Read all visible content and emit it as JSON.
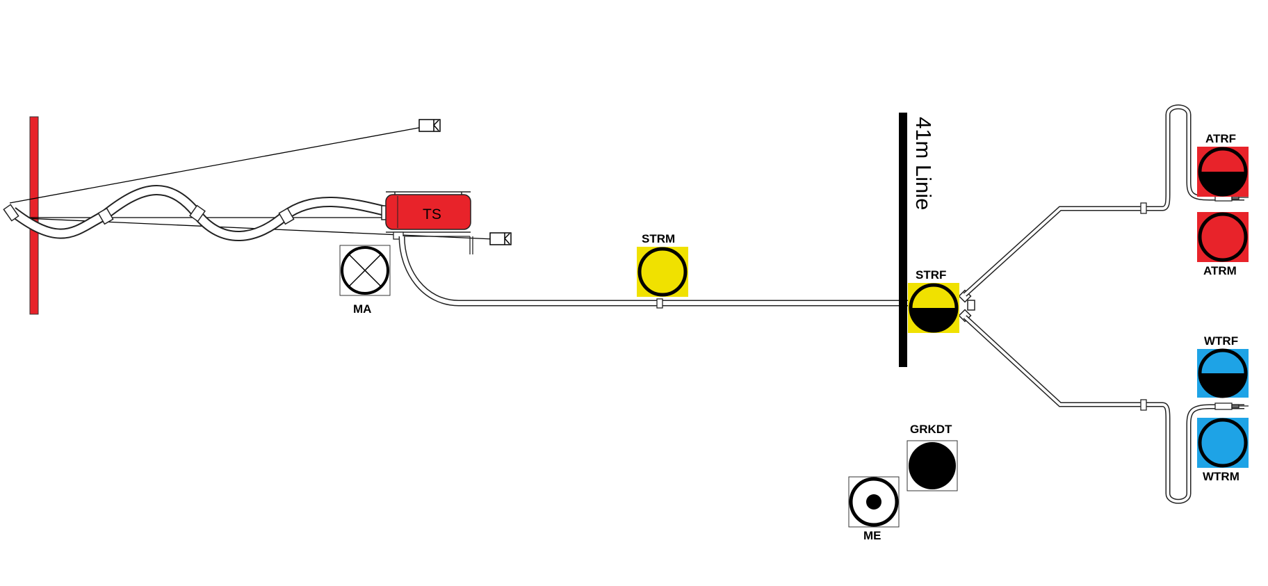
{
  "diagram": {
    "line_label": "41m Linie",
    "tank": {
      "label": "TS",
      "color": "#e8232a"
    },
    "symbols": {
      "MA": {
        "label": "MA",
        "fill": "#ffffff",
        "kind": "cross"
      },
      "STRM": {
        "label": "STRM",
        "fill": "#f0e100",
        "kind": "ring"
      },
      "STRF": {
        "label": "STRF",
        "fill": "#f0e100",
        "kind": "half"
      },
      "ATRF": {
        "label": "ATRF",
        "fill": "#e8232a",
        "kind": "half"
      },
      "ATRM": {
        "label": "ATRM",
        "fill": "#e8232a",
        "kind": "ring"
      },
      "WTRF": {
        "label": "WTRF",
        "fill": "#1ea3e6",
        "kind": "half"
      },
      "WTRM": {
        "label": "WTRM",
        "fill": "#1ea3e6",
        "kind": "ring"
      },
      "GRKDT": {
        "label": "GRKDT",
        "fill": "#ffffff",
        "kind": "solid"
      },
      "ME": {
        "label": "ME",
        "fill": "#ffffff",
        "kind": "target"
      }
    },
    "colors": {
      "wall": "#e8232a",
      "line": "#000000",
      "hose_outline": "#222222",
      "hose_fill": "#ffffff"
    }
  }
}
